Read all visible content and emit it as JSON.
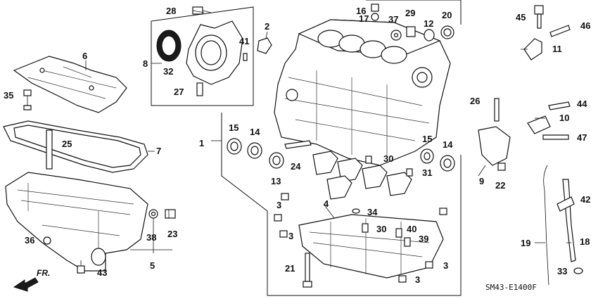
{
  "diagram": {
    "drawing_code": "SM43-E1400F",
    "direction_label": "FR.",
    "callouts": [
      "1",
      "2",
      "3",
      "4",
      "5",
      "6",
      "7",
      "8",
      "9",
      "10",
      "11",
      "12",
      "13",
      "14",
      "15",
      "16",
      "17",
      "18",
      "19",
      "20",
      "21",
      "22",
      "23",
      "24",
      "25",
      "26",
      "27",
      "28",
      "29",
      "30",
      "31",
      "32",
      "33",
      "34",
      "35",
      "36",
      "37",
      "38",
      "39",
      "40",
      "41",
      "42",
      "43",
      "44",
      "45",
      "46",
      "47"
    ],
    "labels": {
      "c1": "1",
      "c2": "2",
      "c3a": "3",
      "c3b": "3",
      "c3c": "3",
      "c3d": "3",
      "c4": "4",
      "c5": "5",
      "c6": "6",
      "c7": "7",
      "c8": "8",
      "c9": "9",
      "c10": "10",
      "c11": "11",
      "c12": "12",
      "c13": "13",
      "c14a": "14",
      "c14b": "14",
      "c15a": "15",
      "c15b": "15",
      "c16": "16",
      "c17": "17",
      "c18": "18",
      "c19": "19",
      "c20": "20",
      "c21": "21",
      "c22": "22",
      "c23": "23",
      "c24": "24",
      "c25": "25",
      "c26": "26",
      "c27": "27",
      "c28": "28",
      "c29": "29",
      "c30a": "30",
      "c30b": "30",
      "c31": "31",
      "c32": "32",
      "c33": "33",
      "c34": "34",
      "c35": "35",
      "c36": "36",
      "c37": "37",
      "c38": "38",
      "c39": "39",
      "c40": "40",
      "c41": "41",
      "c42": "42",
      "c43": "43",
      "c44": "44",
      "c45": "45",
      "c46": "46",
      "c47": "47"
    }
  }
}
